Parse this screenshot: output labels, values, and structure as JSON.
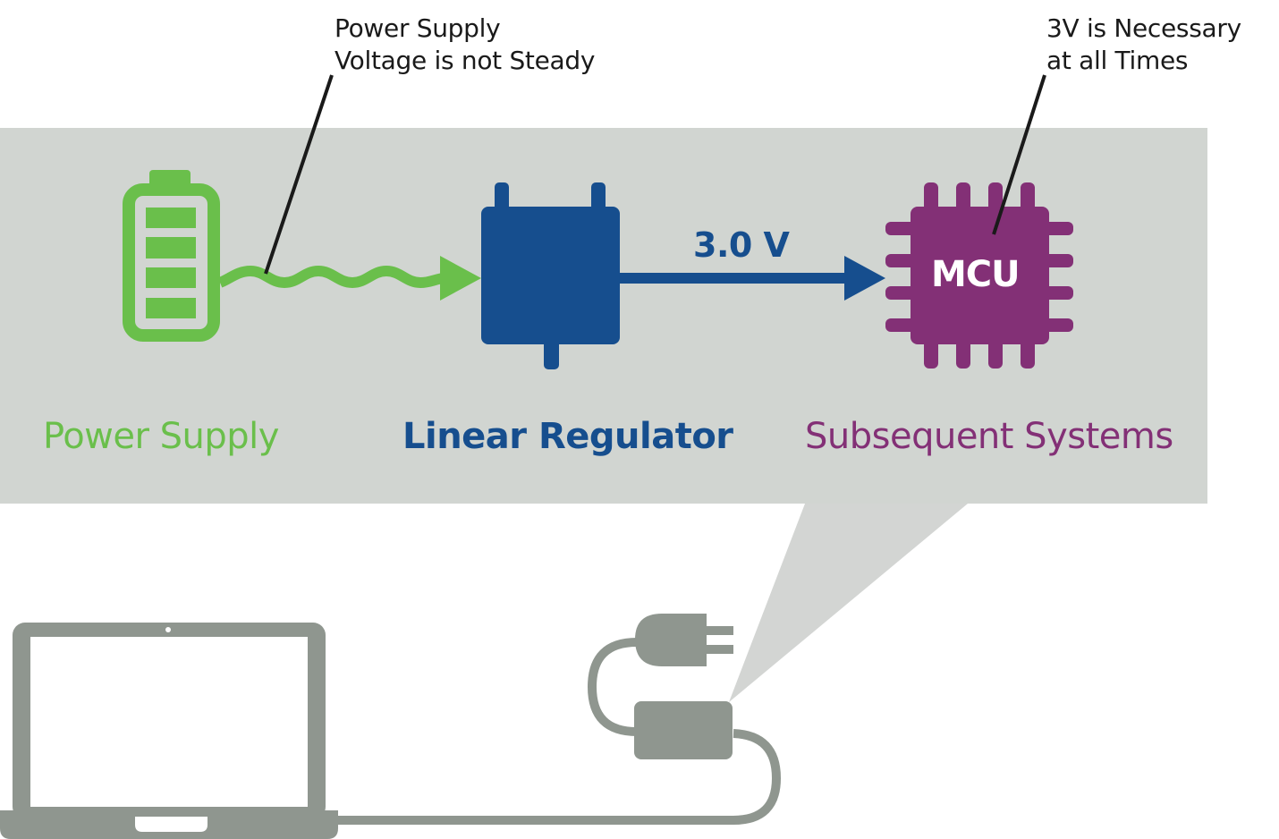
{
  "diagram": {
    "title": "Linear regulator power chain",
    "colors": {
      "panel": "#d1d5d1",
      "callout": "#d3d5d3",
      "power_supply": "#6abf4b",
      "regulator": "#164e8e",
      "mcu": "#833076",
      "device_gray": "#8f968f",
      "annotation_line": "#1a1a1a"
    },
    "annotations": {
      "power_supply_note": [
        "Power Supply",
        "Voltage is not Steady"
      ],
      "mcu_note": [
        "3V is Necessary",
        "at all Times"
      ]
    },
    "nodes": [
      {
        "id": "power_supply",
        "label": "Power Supply",
        "icon": "battery-icon"
      },
      {
        "id": "linear_regulator",
        "label": "Linear Regulator",
        "icon": "regulator-chip-icon"
      },
      {
        "id": "subsequent_systems",
        "label": "Subsequent Systems",
        "icon": "mcu-chip-icon",
        "chip_text": "MCU"
      }
    ],
    "edges": [
      {
        "from": "power_supply",
        "to": "linear_regulator",
        "style": "wavy",
        "label": ""
      },
      {
        "from": "linear_regulator",
        "to": "subsequent_systems",
        "style": "straight",
        "label": "3.0 V"
      }
    ],
    "context": {
      "devices": [
        "laptop-icon",
        "power-adapter-icon",
        "plug-icon"
      ],
      "callout_source": "power-adapter"
    }
  }
}
